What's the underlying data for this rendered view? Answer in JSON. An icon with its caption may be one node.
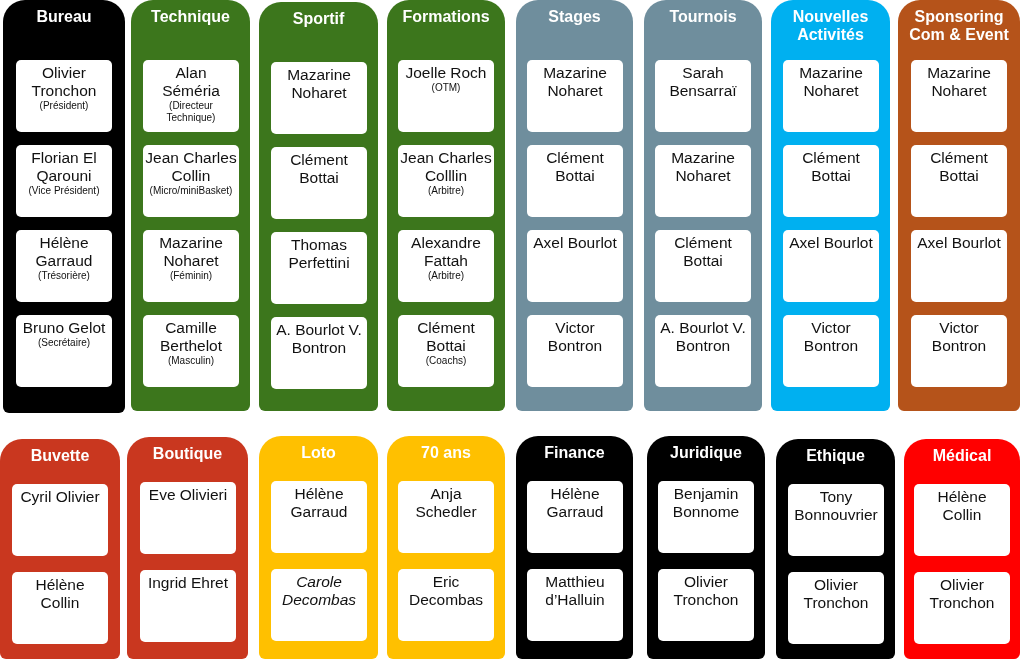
{
  "diagram": {
    "nodes": [
      {
        "text": [
          "Bureau"
        ]
      },
      {
        "text": [
          "Olivier Tronchon",
          "(Président)"
        ],
        "in": 0
      },
      {
        "text": [
          "Florian El Qarouni",
          "(Vice Président)"
        ],
        "in": 0
      },
      {
        "text": [
          "Hélène Garraud",
          "(Trésorière)"
        ],
        "in": 0
      },
      {
        "text": [
          "Bruno Gelot",
          "(Secrétaire)"
        ],
        "in": 0
      },
      {
        "text": [
          "Technique"
        ]
      },
      {
        "text": [
          "Alan Séméria",
          "(Directeur Technique)"
        ],
        "in": 5
      },
      {
        "text": [
          "Jean Charles Collin",
          "(Micro/miniBasket)"
        ],
        "in": 5
      },
      {
        "text": [
          "Mazarine Noharet",
          "(Féminin)"
        ],
        "in": 5
      },
      {
        "text": [
          "Camille Berthelot",
          "(Masculin)"
        ],
        "in": 5
      },
      {
        "text": [
          "Sportif"
        ]
      },
      {
        "text": [
          "Mazarine Noharet"
        ],
        "in": 10
      },
      {
        "text": [
          "Clément Bottai"
        ],
        "in": 10
      },
      {
        "text": [
          "Thomas Perfettini"
        ],
        "in": 10
      },
      {
        "text": [
          "A. Bourlot V. Bontron"
        ],
        "in": 10
      },
      {
        "text": [
          "Formations"
        ]
      },
      {
        "text": [
          "Joelle Roch",
          "(OTM)"
        ],
        "in": 15
      },
      {
        "text": [
          "Jean Charles Colllin",
          "(Arbitre)"
        ],
        "in": 15
      },
      {
        "text": [
          "Alexandre Fattah",
          "(Arbitre)"
        ],
        "in": 15
      },
      {
        "text": [
          "Clément Bottai",
          "(Coachs)"
        ],
        "in": 15
      },
      {
        "text": [
          "Stages"
        ]
      },
      {
        "text": [
          "Mazarine Noharet"
        ],
        "in": 20
      },
      {
        "text": [
          "Clément Bottai"
        ],
        "in": 20
      },
      {
        "text": [
          "Axel Bourlot"
        ],
        "in": 20
      },
      {
        "text": [
          "Victor Bontron"
        ],
        "in": 20
      },
      {
        "text": [
          "Tournois"
        ]
      },
      {
        "text": [
          "Sarah Bensarraï"
        ],
        "in": 25
      },
      {
        "text": [
          "Mazarine Noharet"
        ],
        "in": 25
      },
      {
        "text": [
          "Clément Bottai"
        ],
        "in": 25
      },
      {
        "text": [
          "A. Bourlot V. Bontron"
        ],
        "in": 25
      },
      {
        "text": [
          "Nouvelles Activités"
        ]
      },
      {
        "text": [
          "Mazarine Noharet"
        ],
        "in": 30
      },
      {
        "text": [
          "Clément Bottai"
        ],
        "in": 30
      },
      {
        "text": [
          "Axel Bourlot"
        ],
        "in": 30
      },
      {
        "text": [
          "Victor Bontron"
        ],
        "in": 30
      },
      {
        "text": [
          "Sponsoring Com & Event"
        ]
      },
      {
        "text": [
          "Mazarine Noharet"
        ],
        "in": 35
      },
      {
        "text": [
          "Clément Bottai"
        ],
        "in": 35
      },
      {
        "text": [
          "Axel Bourlot"
        ],
        "in": 35
      },
      {
        "text": [
          "Victor Bontron"
        ],
        "in": 35
      },
      {
        "text": [
          "Buvette"
        ]
      },
      {
        "text": [
          "Cyril Olivier"
        ],
        "in": 40
      },
      {
        "text": [
          "Hélène Collin"
        ],
        "in": 40
      },
      {
        "text": [
          "Boutique"
        ]
      },
      {
        "text": [
          "Eve Olivieri"
        ],
        "in": 43
      },
      {
        "text": [
          "Ingrid Ehret"
        ],
        "in": 43
      },
      {
        "text": [
          "Loto"
        ]
      },
      {
        "text": [
          "Hélène Garraud"
        ],
        "in": 46
      },
      {
        "text": [
          "Carole Decombas"
        ],
        "in": 46
      },
      {
        "text": [
          "70 ans"
        ]
      },
      {
        "text": [
          "Anja Schedler"
        ],
        "in": 49
      },
      {
        "text": [
          "Eric Decombas"
        ],
        "in": 49
      },
      {
        "text": [
          "Finance"
        ]
      },
      {
        "text": [
          "Hélène Garraud"
        ],
        "in": 52
      },
      {
        "text": [
          "Matthieu d’Halluin"
        ],
        "in": 52
      },
      {
        "text": [
          "Juridique"
        ]
      },
      {
        "text": [
          "Benjamin Bonnome"
        ],
        "in": 55
      },
      {
        "text": [
          "Olivier Tronchon"
        ],
        "in": 55
      },
      {
        "text": [
          "Ethique"
        ]
      },
      {
        "text": [
          "Tony Bonnouvrier"
        ],
        "in": 58
      },
      {
        "text": [
          "Olivier Tronchon"
        ],
        "in": 58
      },
      {
        "text": [
          "Médical"
        ]
      },
      {
        "text": [
          "Hélène Collin"
        ],
        "in": 61
      },
      {
        "text": [
          "Olivier Tronchon"
        ],
        "in": 61
      }
    ]
  }
}
